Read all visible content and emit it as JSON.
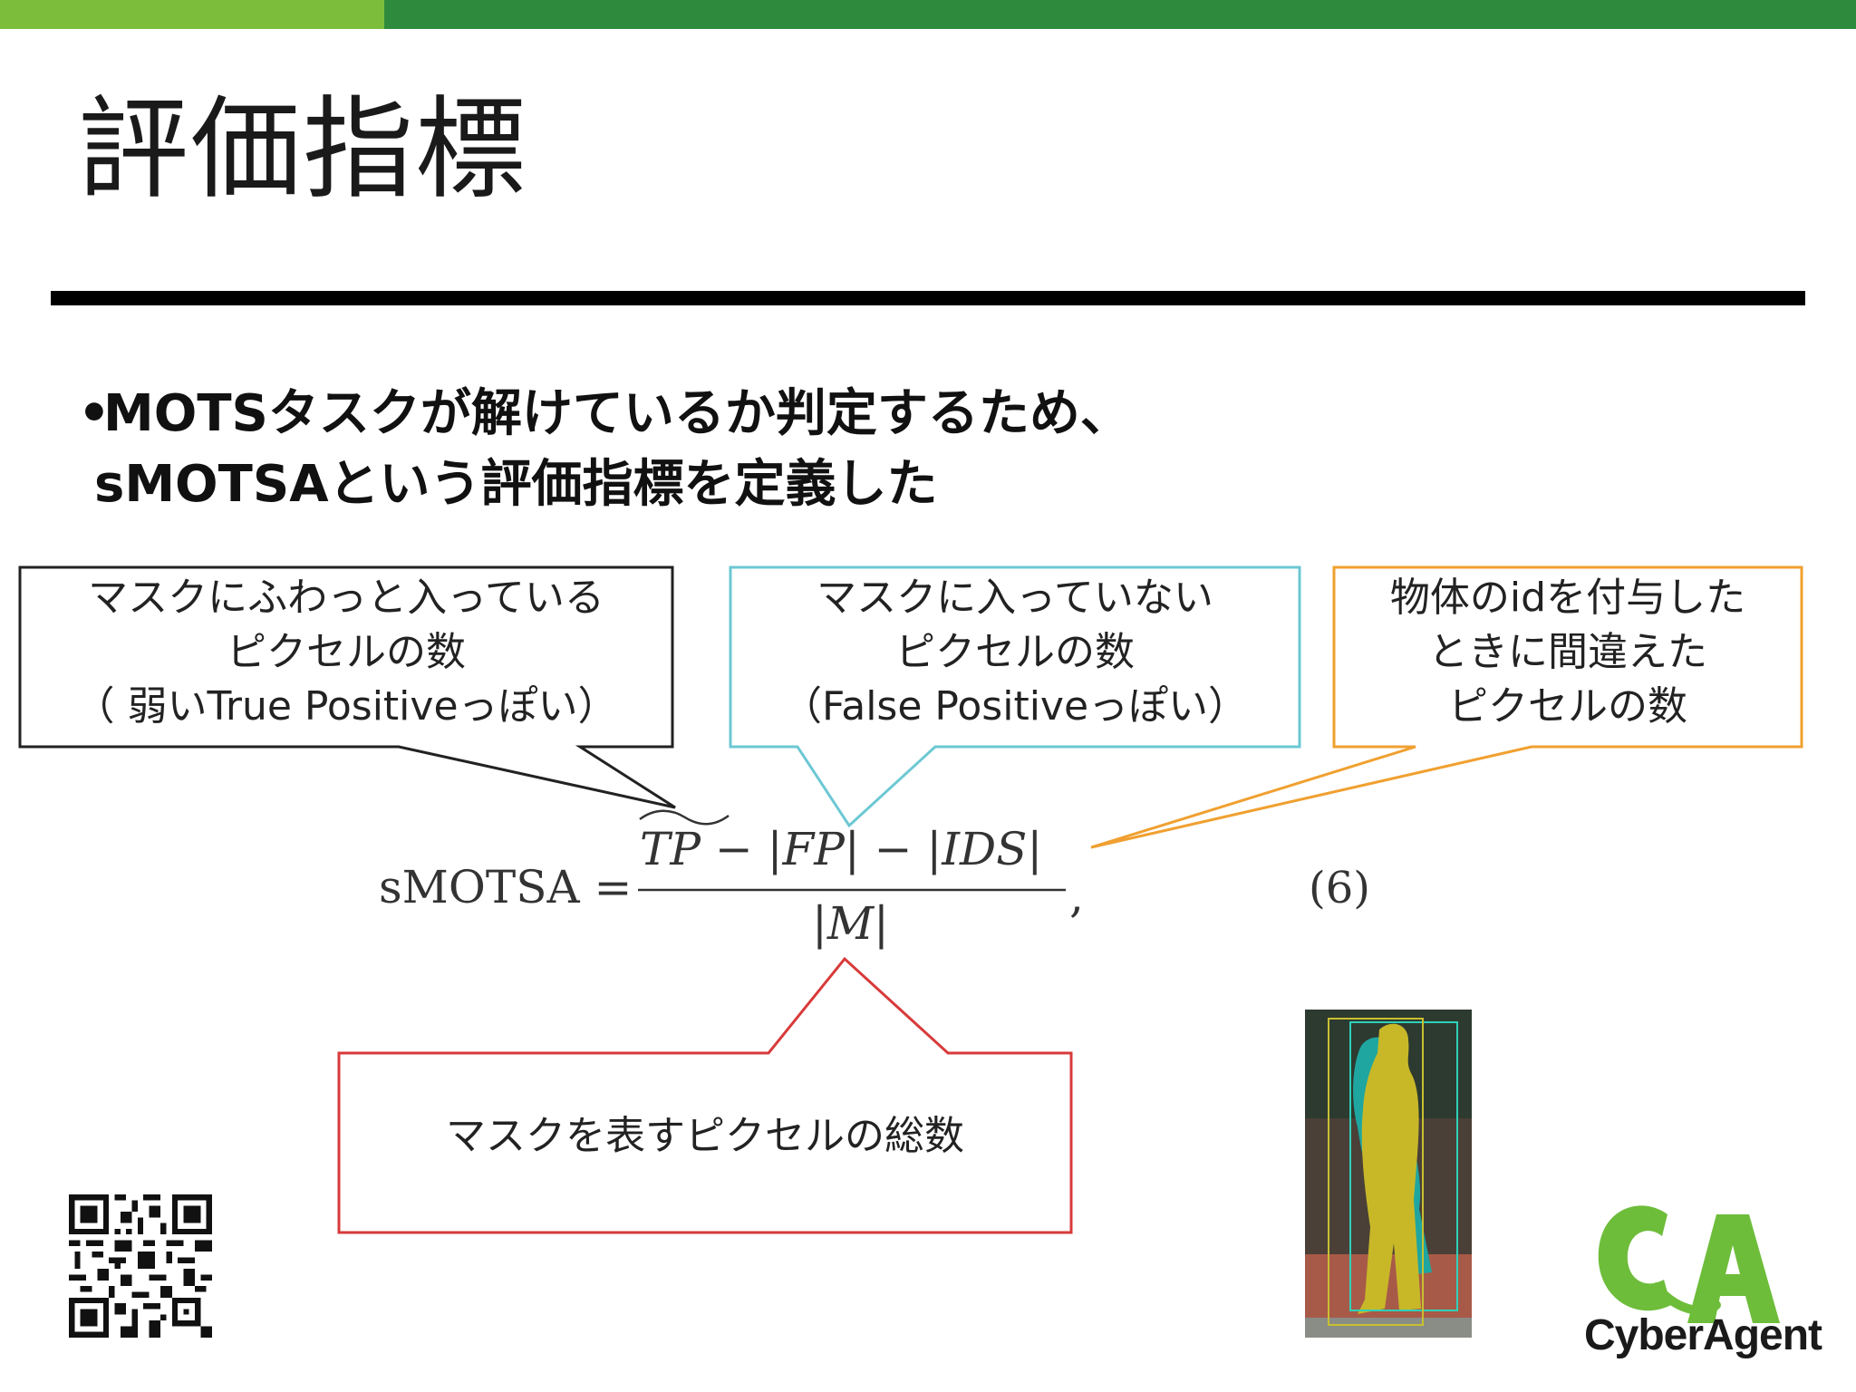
{
  "slide": {
    "title": "評価指標",
    "bullet_line1": "MOTSタスクが解けているか判定するため、",
    "bullet_line2": "sMOTSAという評価指標を定義した"
  },
  "callouts": {
    "tp": {
      "line1": "マスクにふわっと入っている",
      "line2": "ピクセルの数",
      "line3": "（ 弱いTrue Positiveっぽい）"
    },
    "fp": {
      "line1": "マスクに入っていない",
      "line2": "ピクセルの数",
      "line3": "（False Positiveっぽい）"
    },
    "ids": {
      "line1": "物体のidを付与した",
      "line2": "ときに間違えた",
      "line3": "ピクセルの数"
    },
    "m": {
      "line1": "マスクを表すピクセルの総数"
    }
  },
  "formula": {
    "lhs": "sMOTSA =",
    "numerator": "TP − |FP| − |IDS|",
    "denominator": "|M|",
    "comma": ",",
    "eq_number": "(6)"
  },
  "logo": {
    "wordmark": "CyberAgent",
    "mark_text": "CA"
  },
  "colors": {
    "bar_light": "#7cbd3c",
    "bar_dark": "#2e8b3e",
    "callout_tp": "#222222",
    "callout_fp": "#6cc8d4",
    "callout_ids": "#f0a030",
    "callout_m": "#d83a3a",
    "logo_green": "#6dbd3a"
  }
}
